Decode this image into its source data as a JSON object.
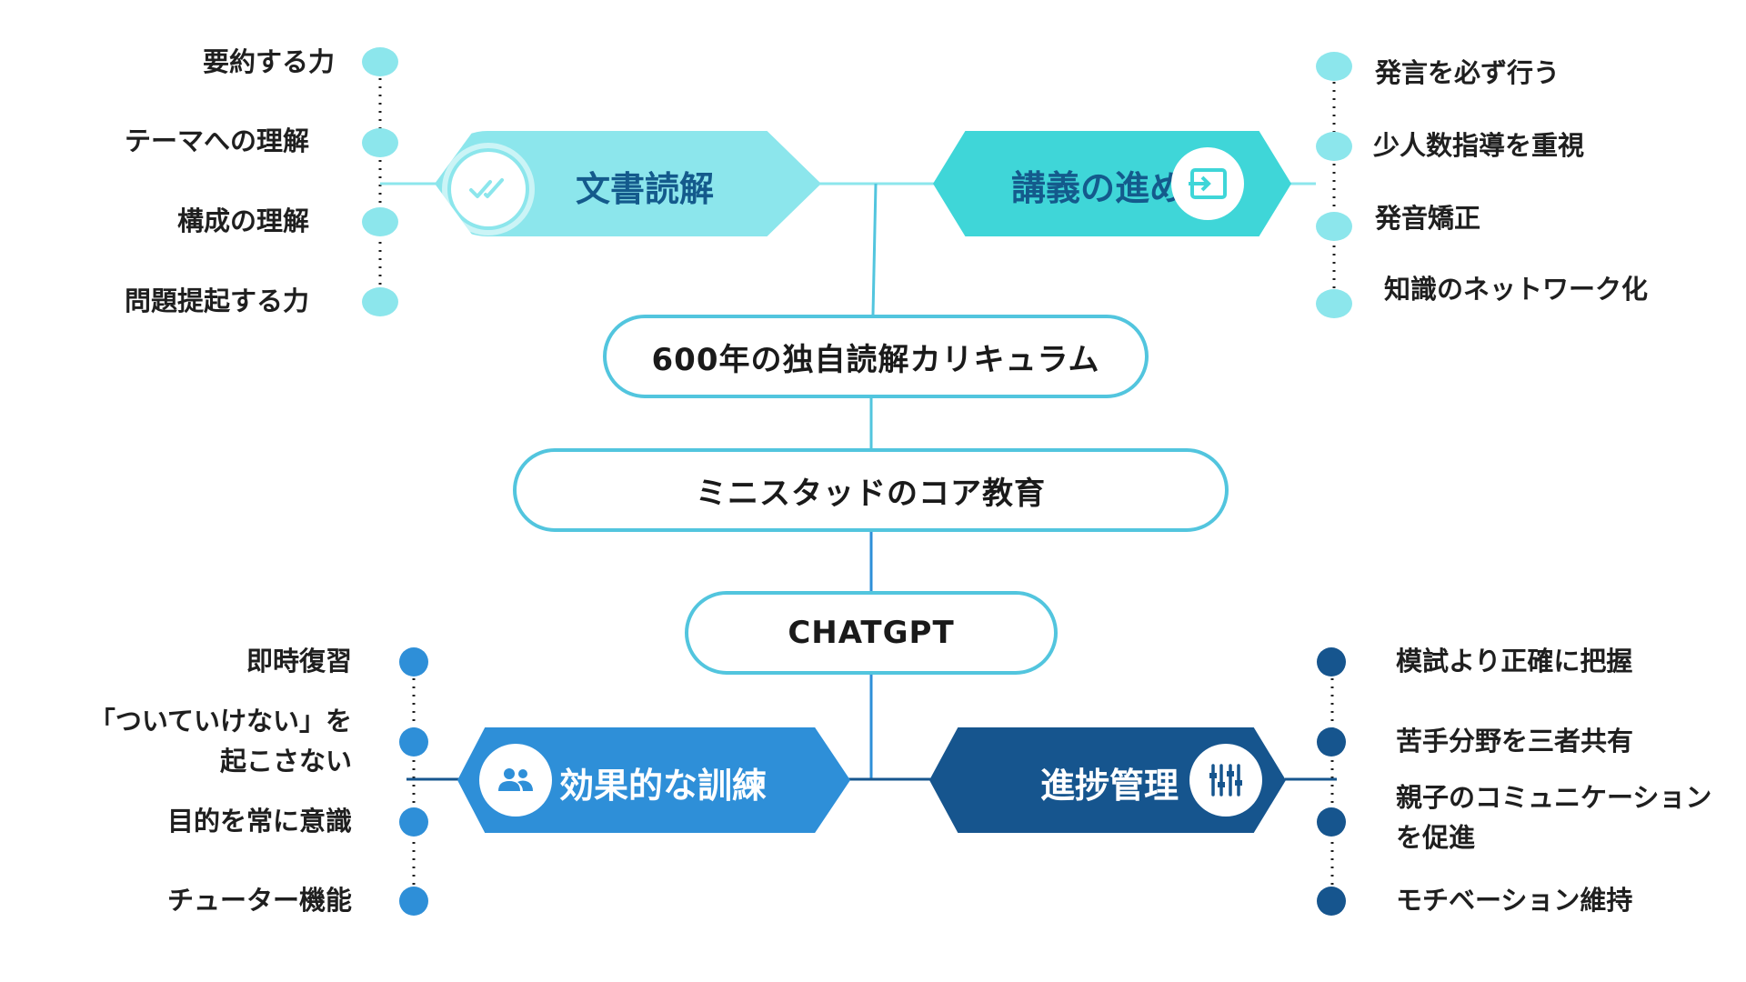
{
  "center": {
    "curriculum": "600年の独自読解カリキュラム",
    "core": "ミニスタッドのコア教育",
    "chatgpt": "CHATGPT"
  },
  "branches": {
    "reading": {
      "title": "文書読解",
      "icon": "double-check-icon",
      "color": "#8ce6ec",
      "items": [
        "要約する力",
        "テーマへの理解",
        "構成の理解",
        "問題提起する力"
      ]
    },
    "lecture": {
      "title": "講義の進め方",
      "icon": "enter-icon",
      "color": "#3fd6d8",
      "items": [
        "発言を必ず行う",
        "少人数指導を重視",
        "発音矯正",
        "知識のネットワーク化"
      ]
    },
    "training": {
      "title": "効果的な訓練",
      "icon": "people-icon",
      "color": "#2e8fd8",
      "items": [
        "即時復習",
        "「ついていけない」を\n起こさない",
        "目的を常に意識",
        "チューター機能"
      ]
    },
    "progress": {
      "title": "進捗管理",
      "icon": "sliders-icon",
      "color": "#16558e",
      "items": [
        "模試より正確に把握",
        "苦手分野を三者共有",
        "親子のコミュニケーション\nを促進",
        "モチベーション維持"
      ]
    }
  }
}
